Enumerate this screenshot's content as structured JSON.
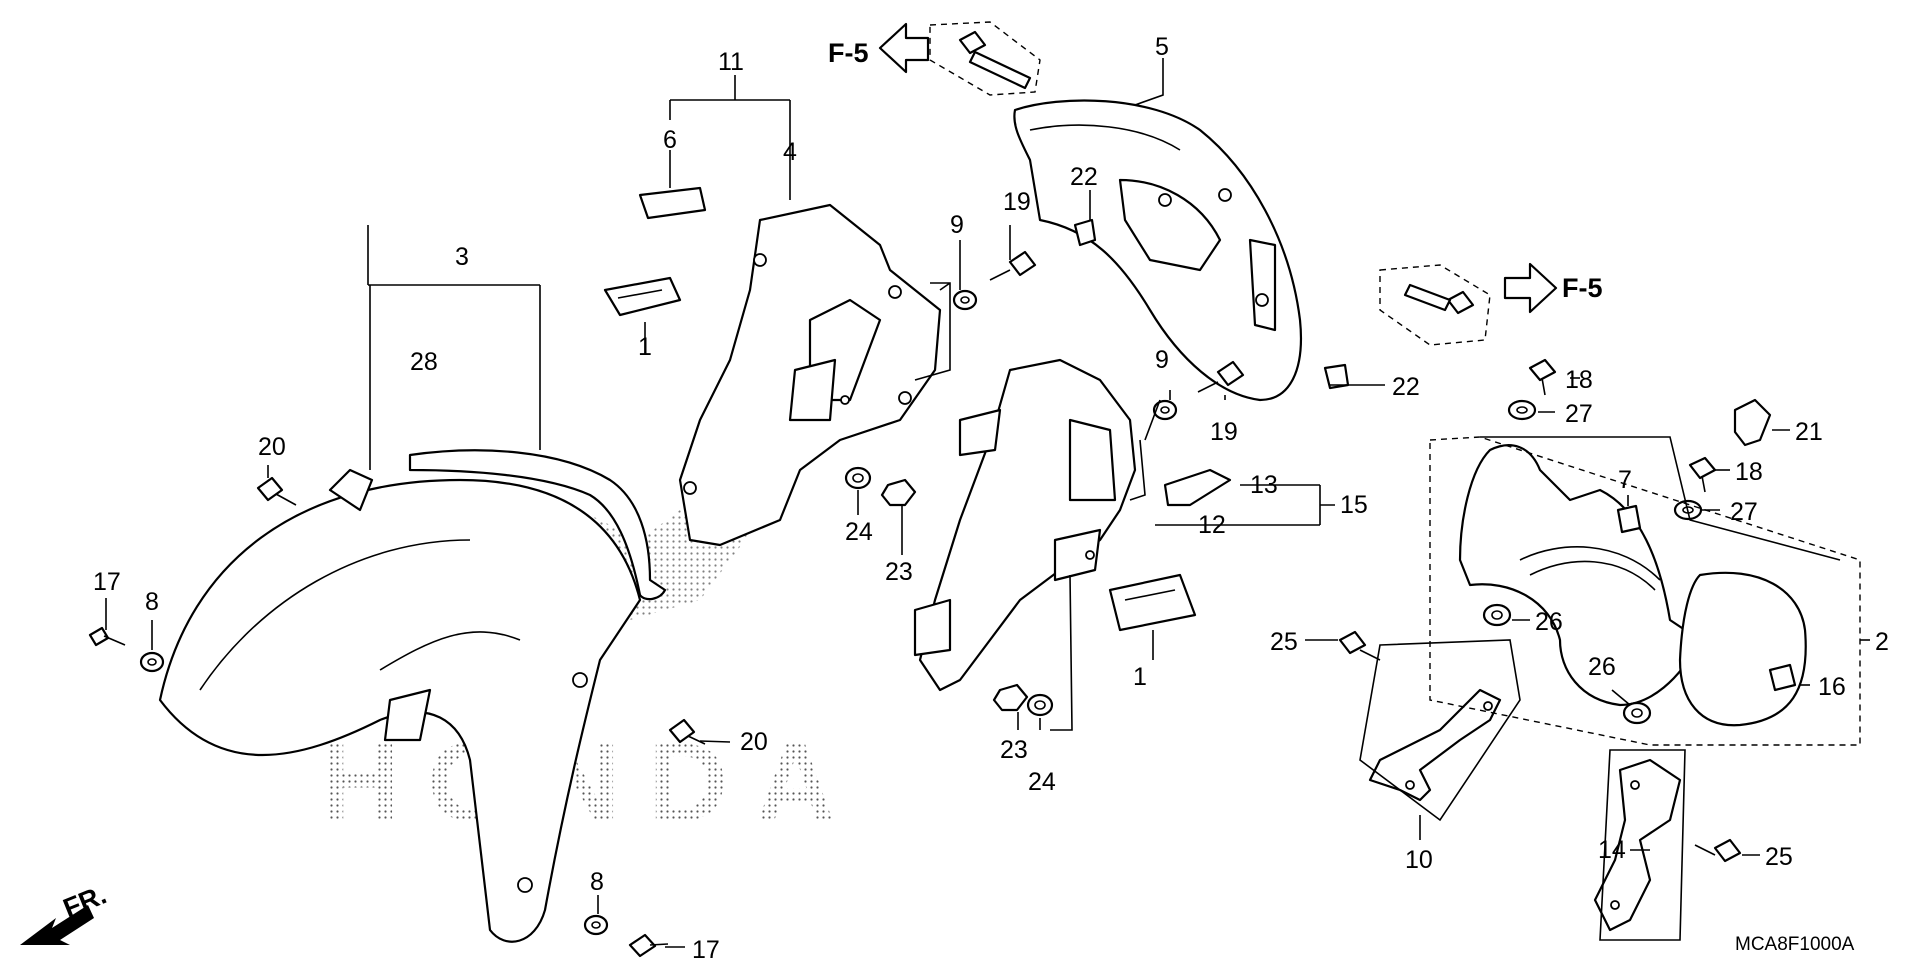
{
  "diagram_code": "MCA8F1000A",
  "watermark": "HONDA",
  "reference_label": "F-5",
  "front_label": "FR.",
  "callouts": {
    "c1a": "1",
    "c1b": "1",
    "c2": "2",
    "c3": "3",
    "c4": "4",
    "c5": "5",
    "c6": "6",
    "c7": "7",
    "c8a": "8",
    "c8b": "8",
    "c9a": "9",
    "c9b": "9",
    "c10": "10",
    "c11": "11",
    "c12": "12",
    "c13": "13",
    "c14": "14",
    "c15": "15",
    "c16": "16",
    "c17a": "17",
    "c17b": "17",
    "c18a": "18",
    "c18b": "18",
    "c19a": "19",
    "c19b": "19",
    "c20a": "20",
    "c20b": "20",
    "c21": "21",
    "c22a": "22",
    "c22b": "22",
    "c23a": "23",
    "c23b": "23",
    "c24a": "24",
    "c24b": "24",
    "c25a": "25",
    "c25b": "25",
    "c26a": "26",
    "c26b": "26",
    "c27a": "27",
    "c27b": "27",
    "c28": "28"
  }
}
